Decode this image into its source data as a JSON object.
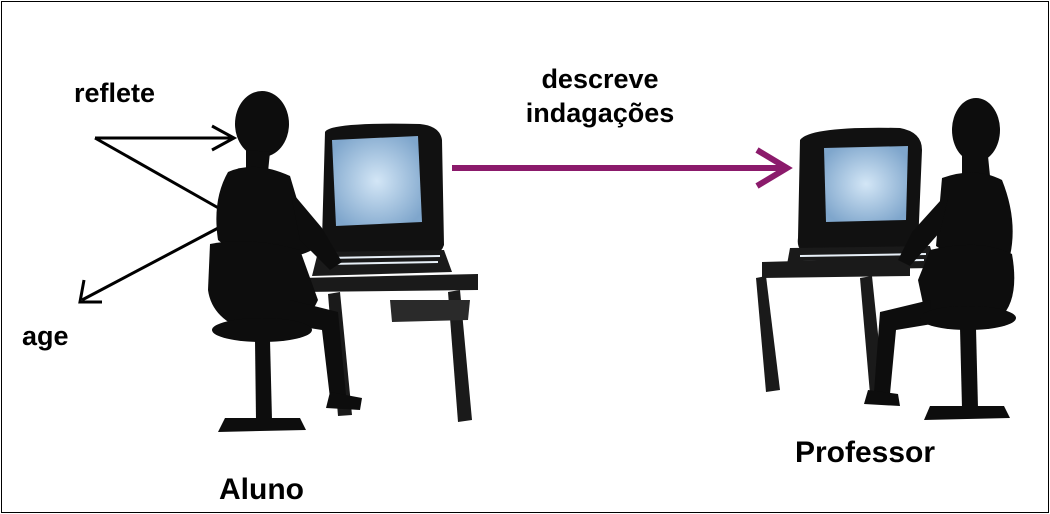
{
  "labels": {
    "reflete": "reflete",
    "age": "age",
    "descreve_line1": "descreve",
    "descreve_line2": "indagações",
    "aluno": "Aluno",
    "professor": "Professor"
  },
  "colors": {
    "ink": "#000000",
    "flow_arrow": "#8b1a6b",
    "screen": "#a9cbe8",
    "background": "#ffffff"
  }
}
